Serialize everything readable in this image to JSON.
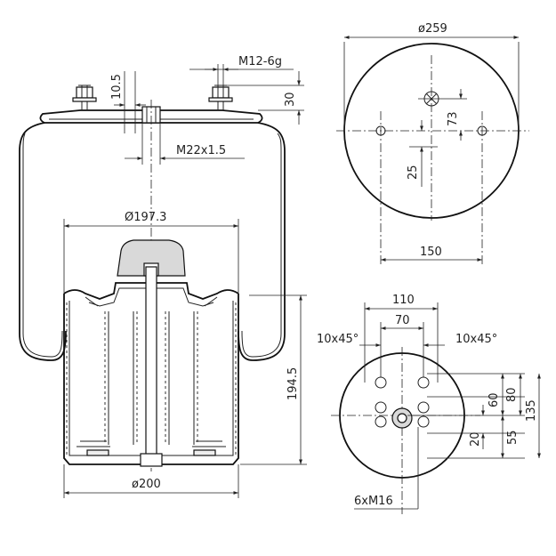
{
  "labels": {
    "thread_top": "M12-6g",
    "dim_10_5": "10.5",
    "dim_30": "30",
    "thread_mid": "M22x1.5",
    "dia_197_3": "Ø197.3",
    "dim_194_5": "194.5",
    "dia_200": "ø200",
    "dia_259": "ø259",
    "dim_73": "73",
    "dim_25": "25",
    "dim_150": "150",
    "dim_110": "110",
    "dim_70": "70",
    "chamfer_left": "10x45°",
    "chamfer_right": "10x45°",
    "dim_60": "60",
    "dim_80": "80",
    "dim_135": "135",
    "dim_20": "20",
    "dim_55": "55",
    "holes": "6xM16"
  }
}
